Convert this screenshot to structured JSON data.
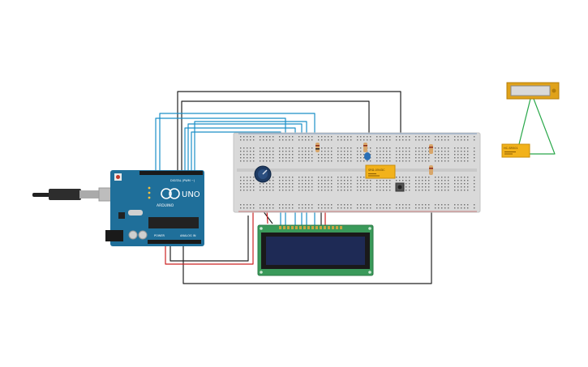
{
  "arduino": {
    "brand": "UNO",
    "sub": "ARDUINO",
    "digital_label": "DIGITAL (PWM ~)",
    "power_label": "POWER",
    "analog_label": "ANALOG IN"
  },
  "relay_module": {
    "label": "SRD-05VDC"
  },
  "sensor_module": {
    "label": "HC-SR501"
  },
  "colors": {
    "board_blue": "#1f6f9a",
    "breadboard": "#d9d9d9",
    "lcd_green": "#3a9a5a",
    "lcd_screen": "#1e2a55",
    "wire_blue": "#1b8fc8",
    "wire_black": "#222222",
    "wire_red": "#cc2222",
    "wire_green": "#2aa84a",
    "wire_purple": "#7a3fa0",
    "module_yellow": "#f2b21b"
  }
}
